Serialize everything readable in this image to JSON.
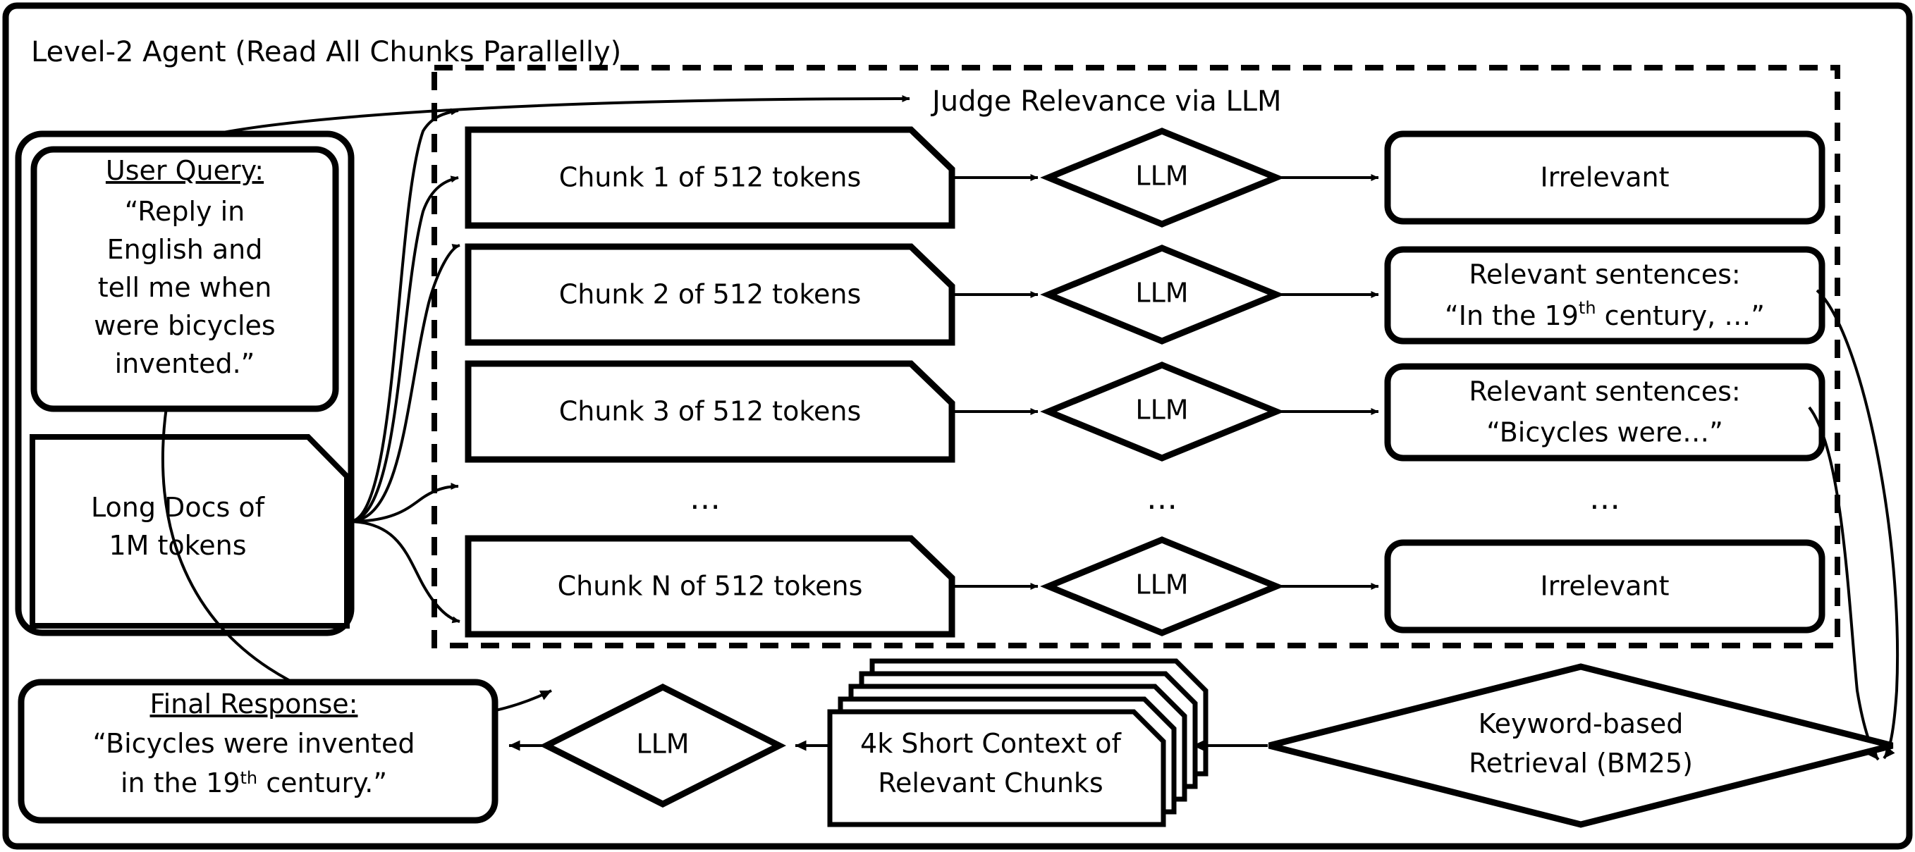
{
  "figure": {
    "title": "Level-2 Agent (Read All Chunks Parallelly)",
    "section_label": "Judge Relevance via LLM"
  },
  "left_panel": {
    "user_query": {
      "heading": "User Query:",
      "lines": [
        "“Reply in",
        "English and",
        "tell me when",
        "were bicycles",
        "invented.”"
      ]
    },
    "long_docs": {
      "line1": "Long Docs of",
      "line2": "1M tokens"
    }
  },
  "chunks": {
    "ellipsis": "…",
    "items": [
      {
        "label": "Chunk 1 of 512 tokens"
      },
      {
        "label": "Chunk 2 of 512 tokens"
      },
      {
        "label": "Chunk 3 of 512 tokens"
      },
      {
        "label": "Chunk N of 512 tokens"
      }
    ]
  },
  "judges": {
    "ellipsis": "…",
    "items": [
      {
        "label": "LLM"
      },
      {
        "label": "LLM"
      },
      {
        "label": "LLM"
      },
      {
        "label": "LLM"
      }
    ]
  },
  "results": {
    "ellipsis": "…",
    "items": [
      {
        "line1": "Irrelevant",
        "line2": ""
      },
      {
        "line1": "Relevant sentences:",
        "line2_pre": "“In the 19",
        "line2_sup": "th",
        "line2_post": " century, …”"
      },
      {
        "line1": "Relevant sentences:",
        "line2_pre": "“Bicycles were…”",
        "line2_sup": "",
        "line2_post": ""
      },
      {
        "line1": "Irrelevant",
        "line2": ""
      }
    ]
  },
  "bottom": {
    "final_response": {
      "heading": "Final Response:",
      "line1": "“Bicycles were invented",
      "line2_pre": "in the 19",
      "line2_sup": "th",
      "line2_post": " century.”"
    },
    "llm": {
      "label": "LLM"
    },
    "short_context": {
      "line1": "4k Short Context of",
      "line2": "Relevant Chunks"
    },
    "retrieval": {
      "line1": "Keyword-based",
      "line2": "Retrieval (BM25)"
    }
  },
  "colors": {
    "stroke": "#000000",
    "fill": "#ffffff",
    "text": "#000000"
  }
}
